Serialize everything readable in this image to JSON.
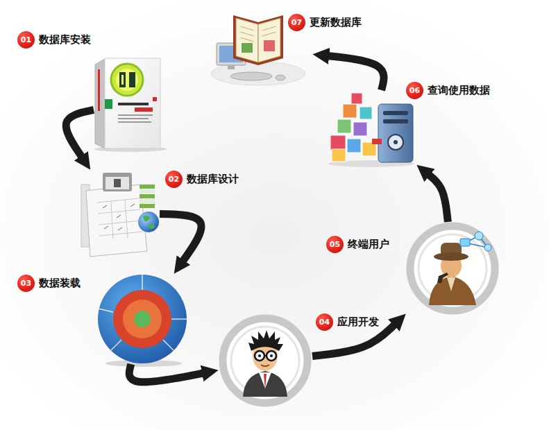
{
  "diagram": {
    "nodes": [
      {
        "text": [
          "01",
          "数据库安装"
        ]
      },
      {
        "text": [
          "02",
          "数据库设计"
        ]
      },
      {
        "text": [
          "03",
          "数据装载"
        ]
      },
      {
        "text": [
          "04",
          "应用开发"
        ]
      },
      {
        "text": [
          "05",
          "终端用户"
        ]
      },
      {
        "text": [
          "06",
          "查询使用数据"
        ]
      },
      {
        "text": [
          "07",
          "更新数据库"
        ]
      }
    ],
    "edges": [
      {
        "from": 0,
        "to": 1,
        "arrow": "to"
      },
      {
        "from": 1,
        "to": 2,
        "arrow": "to"
      },
      {
        "from": 2,
        "to": 3,
        "arrow": "to"
      },
      {
        "from": 3,
        "to": 4,
        "arrow": "to"
      },
      {
        "from": 4,
        "to": 5,
        "arrow": "to"
      },
      {
        "from": 5,
        "to": 6,
        "arrow": "to"
      }
    ]
  }
}
